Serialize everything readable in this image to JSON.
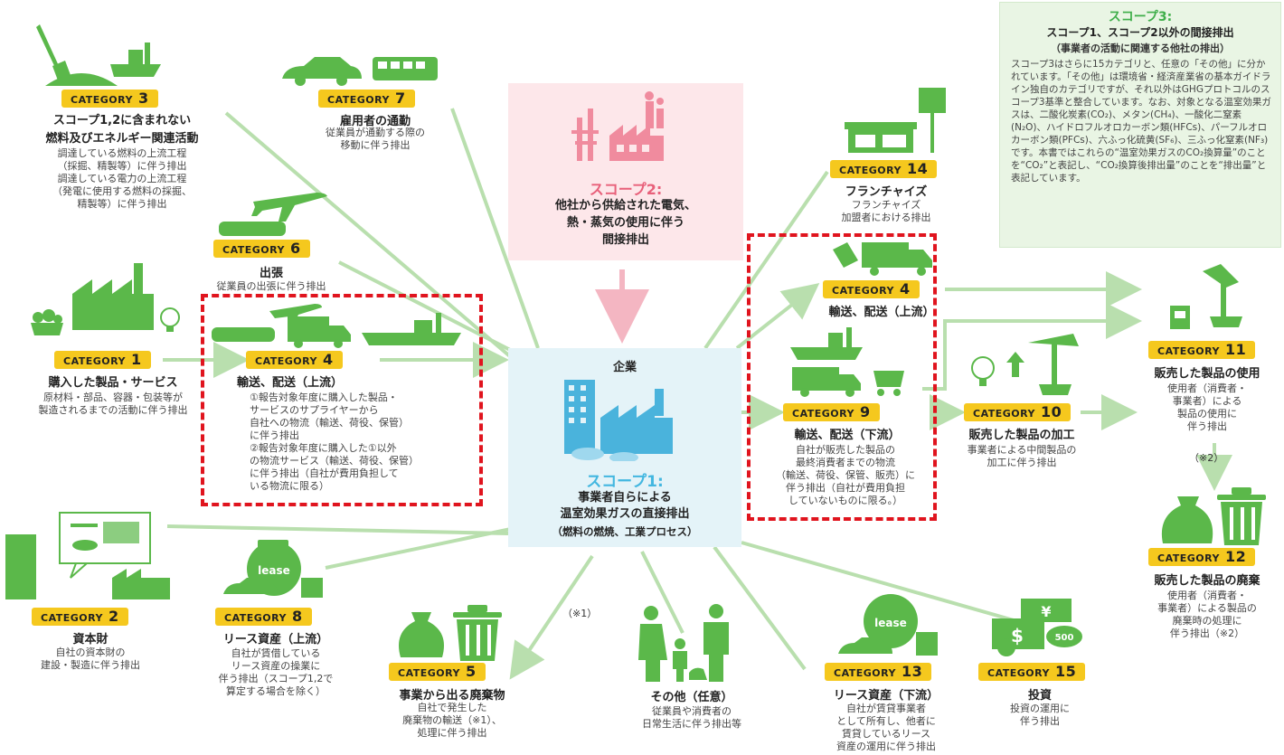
{
  "scope3": {
    "title": "スコープ3:",
    "subtitle": "スコープ1、スコープ2以外の間接排出",
    "note": "（事業者の活動に関連する他社の排出）",
    "body": "スコープ3はさらに15カテゴリと、任意の「その他」に分かれています。「その他」は環境省・経済産業省の基本ガイドライン独自のカテゴリですが、それ以外はGHGプロトコルのスコープ3基準と整合しています。なお、対象となる温室効果ガスは、二酸化炭素(CO₂)、メタン(CH₄)、一酸化二窒素(N₂O)、ハイドロフルオロカーボン類(HFCs)、パーフルオロカーボン類(PFCs)、六ふっ化硫黄(SF₆)、三ふっ化窒素(NF₃)です。本書ではこれらの“温室効果ガスのCO₂換算量”のことを“CO₂”と表記し、“CO₂換算後排出量”のことを“排出量”と表記しています。"
  },
  "scope2": {
    "title": "スコープ2:",
    "desc": "他社から供給された電気、\n熱・蒸気の使用に伴う\n間接排出"
  },
  "company": {
    "label": "企業",
    "scope1_title": "スコープ1:",
    "scope1_desc": "事業者自らによる\n温室効果ガスの直接排出",
    "scope1_note": "（燃料の燃焼、工業プロセス）"
  },
  "categories": {
    "c1": {
      "badge": "CATEGORY",
      "num": "1",
      "title": "購入した製品・サービス",
      "desc": "原材料・部品、容器・包装等が\n製造されるまでの活動に伴う排出"
    },
    "c2": {
      "badge": "CATEGORY",
      "num": "2",
      "title": "資本財",
      "desc": "自社の資本財の\n建設・製造に伴う排出"
    },
    "c3": {
      "badge": "CATEGORY",
      "num": "3",
      "title": "スコープ1,2に含まれない",
      "title2": "燃料及びエネルギー関連活動",
      "desc": "調達している燃料の上流工程\n（採掘、精製等）に伴う排出\n調達している電力の上流工程\n（発電に使用する燃料の採掘、\n精製等）に伴う排出"
    },
    "c4l": {
      "badge": "CATEGORY",
      "num": "4",
      "title": "輸送、配送（上流）",
      "desc": "①報告対象年度に購入した製品・\nサービスのサプライヤーから\n自社への物流（輸送、荷役、保管）\nに伴う排出\n②報告対象年度に購入した①以外\nの物流サービス（輸送、荷役、保管）\nに伴う排出（自社が費用負担して\nいる物流に限る）"
    },
    "c5": {
      "badge": "CATEGORY",
      "num": "5",
      "title": "事業から出る廃棄物",
      "desc": "自社で発生した\n廃棄物の輸送（※1）、\n処理に伴う排出"
    },
    "c6": {
      "badge": "CATEGORY",
      "num": "6",
      "title": "出張",
      "desc": "従業員の出張に伴う排出"
    },
    "c7": {
      "badge": "CATEGORY",
      "num": "7",
      "title": "雇用者の通勤",
      "desc": "従業員が通勤する際の\n移動に伴う排出"
    },
    "c8": {
      "badge": "CATEGORY",
      "num": "8",
      "title": "リース資産（上流）",
      "desc": "自社が賃借している\nリース資産の操業に\n伴う排出（スコープ1,2で\n算定する場合を除く）"
    },
    "c9": {
      "badge": "CATEGORY",
      "num": "9",
      "title": "輸送、配送（下流）",
      "desc": "自社が販売した製品の\n最終消費者までの物流\n（輸送、荷役、保管、販売）に\n伴う排出（自社が費用負担\nしていないものに限る。）"
    },
    "c10": {
      "badge": "CATEGORY",
      "num": "10",
      "title": "販売した製品の加工",
      "desc": "事業者による中間製品の\n加工に伴う排出"
    },
    "c11": {
      "badge": "CATEGORY",
      "num": "11",
      "title": "販売した製品の使用",
      "desc": "使用者（消費者・\n事業者）による\n製品の使用に\n伴う排出"
    },
    "c12": {
      "badge": "CATEGORY",
      "num": "12",
      "title": "販売した製品の廃棄",
      "desc": "使用者（消費者・\n事業者）による製品の\n廃棄時の処理に\n伴う排出（※2）"
    },
    "c13": {
      "badge": "CATEGORY",
      "num": "13",
      "title": "リース資産（下流）",
      "desc": "自社が賃貸事業者\nとして所有し、他者に\n賃貸しているリース\n資産の運用に伴う排出"
    },
    "c14": {
      "badge": "CATEGORY",
      "num": "14",
      "title": "フランチャイズ",
      "desc": "フランチャイズ\n加盟者における排出"
    },
    "c4r": {
      "badge": "CATEGORY",
      "num": "4",
      "title": "輸送、配送（上流）"
    },
    "c15": {
      "badge": "CATEGORY",
      "num": "15",
      "title": "投資",
      "desc": "投資の運用に\n伴う排出"
    }
  },
  "other": {
    "title": "その他（任意）",
    "desc": "従業員や消費者の\n日常生活に伴う排出等"
  },
  "notes": {
    "n1": "（※1）",
    "n2": "（※2）"
  },
  "icons": {
    "lease1": "lease",
    "lease2": "lease",
    "coin": "$",
    "coin500": "500",
    "yen": "¥"
  },
  "colors": {
    "badge": "#f5c81e",
    "icon_green": "#5bb84a",
    "line": "#b9dfae",
    "dash": "#e0141e",
    "scope2_bg": "#fde7ea",
    "company_bg": "#e4f3f8",
    "scope3_bg": "#e9f5e4"
  }
}
